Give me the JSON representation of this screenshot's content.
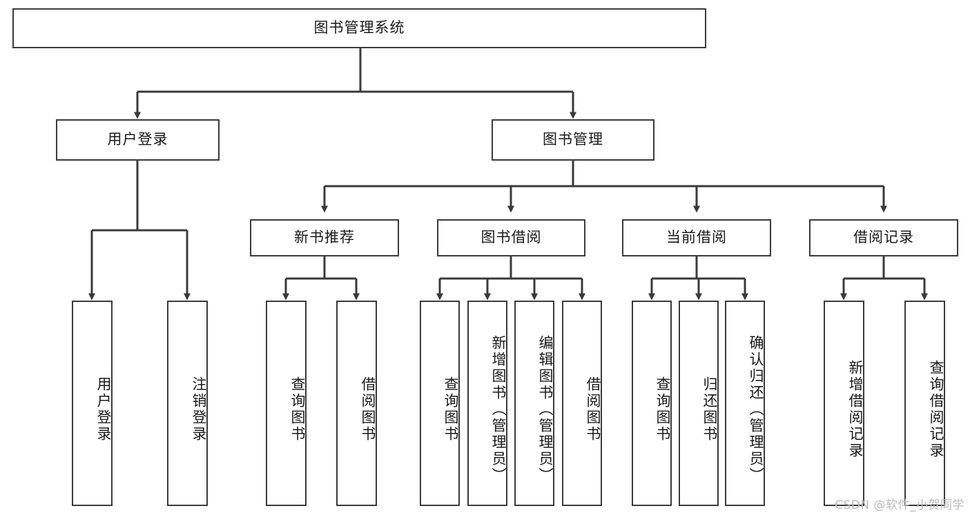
{
  "diagram": {
    "title": "图书管理系统",
    "type": "tree-hierarchy",
    "watermark": "CSDN @软件_小贺同学",
    "colors": {
      "stroke": "#3a3a3a",
      "fill": "#ffffff",
      "text": "#1a1a1a",
      "watermark": "#b9b9b9"
    },
    "nodes": {
      "root": {
        "label": "图书管理系统"
      },
      "level2": [
        {
          "label": "用户登录"
        },
        {
          "label": "图书管理"
        }
      ],
      "level3": [
        {
          "label": "新书推荐"
        },
        {
          "label": "图书借阅"
        },
        {
          "label": "当前借阅"
        },
        {
          "label": "借阅记录"
        }
      ],
      "leaves": {
        "user_login": [
          {
            "label": "用户登录"
          },
          {
            "label": "注销登录"
          }
        ],
        "new_book": [
          {
            "label": "查询图书"
          },
          {
            "label": "借阅图书"
          }
        ],
        "book_borrow": [
          {
            "label": "查询图书"
          },
          {
            "label": "新增图书（管理员）"
          },
          {
            "label": "编辑图书（管理员）"
          },
          {
            "label": "借阅图书"
          }
        ],
        "current_borrow": [
          {
            "label": "查询图书"
          },
          {
            "label": "归还图书"
          },
          {
            "label": "确认归还（管理员）"
          }
        ],
        "borrow_record": [
          {
            "label": "新增借阅记录"
          },
          {
            "label": "查询借阅记录"
          }
        ]
      }
    }
  }
}
